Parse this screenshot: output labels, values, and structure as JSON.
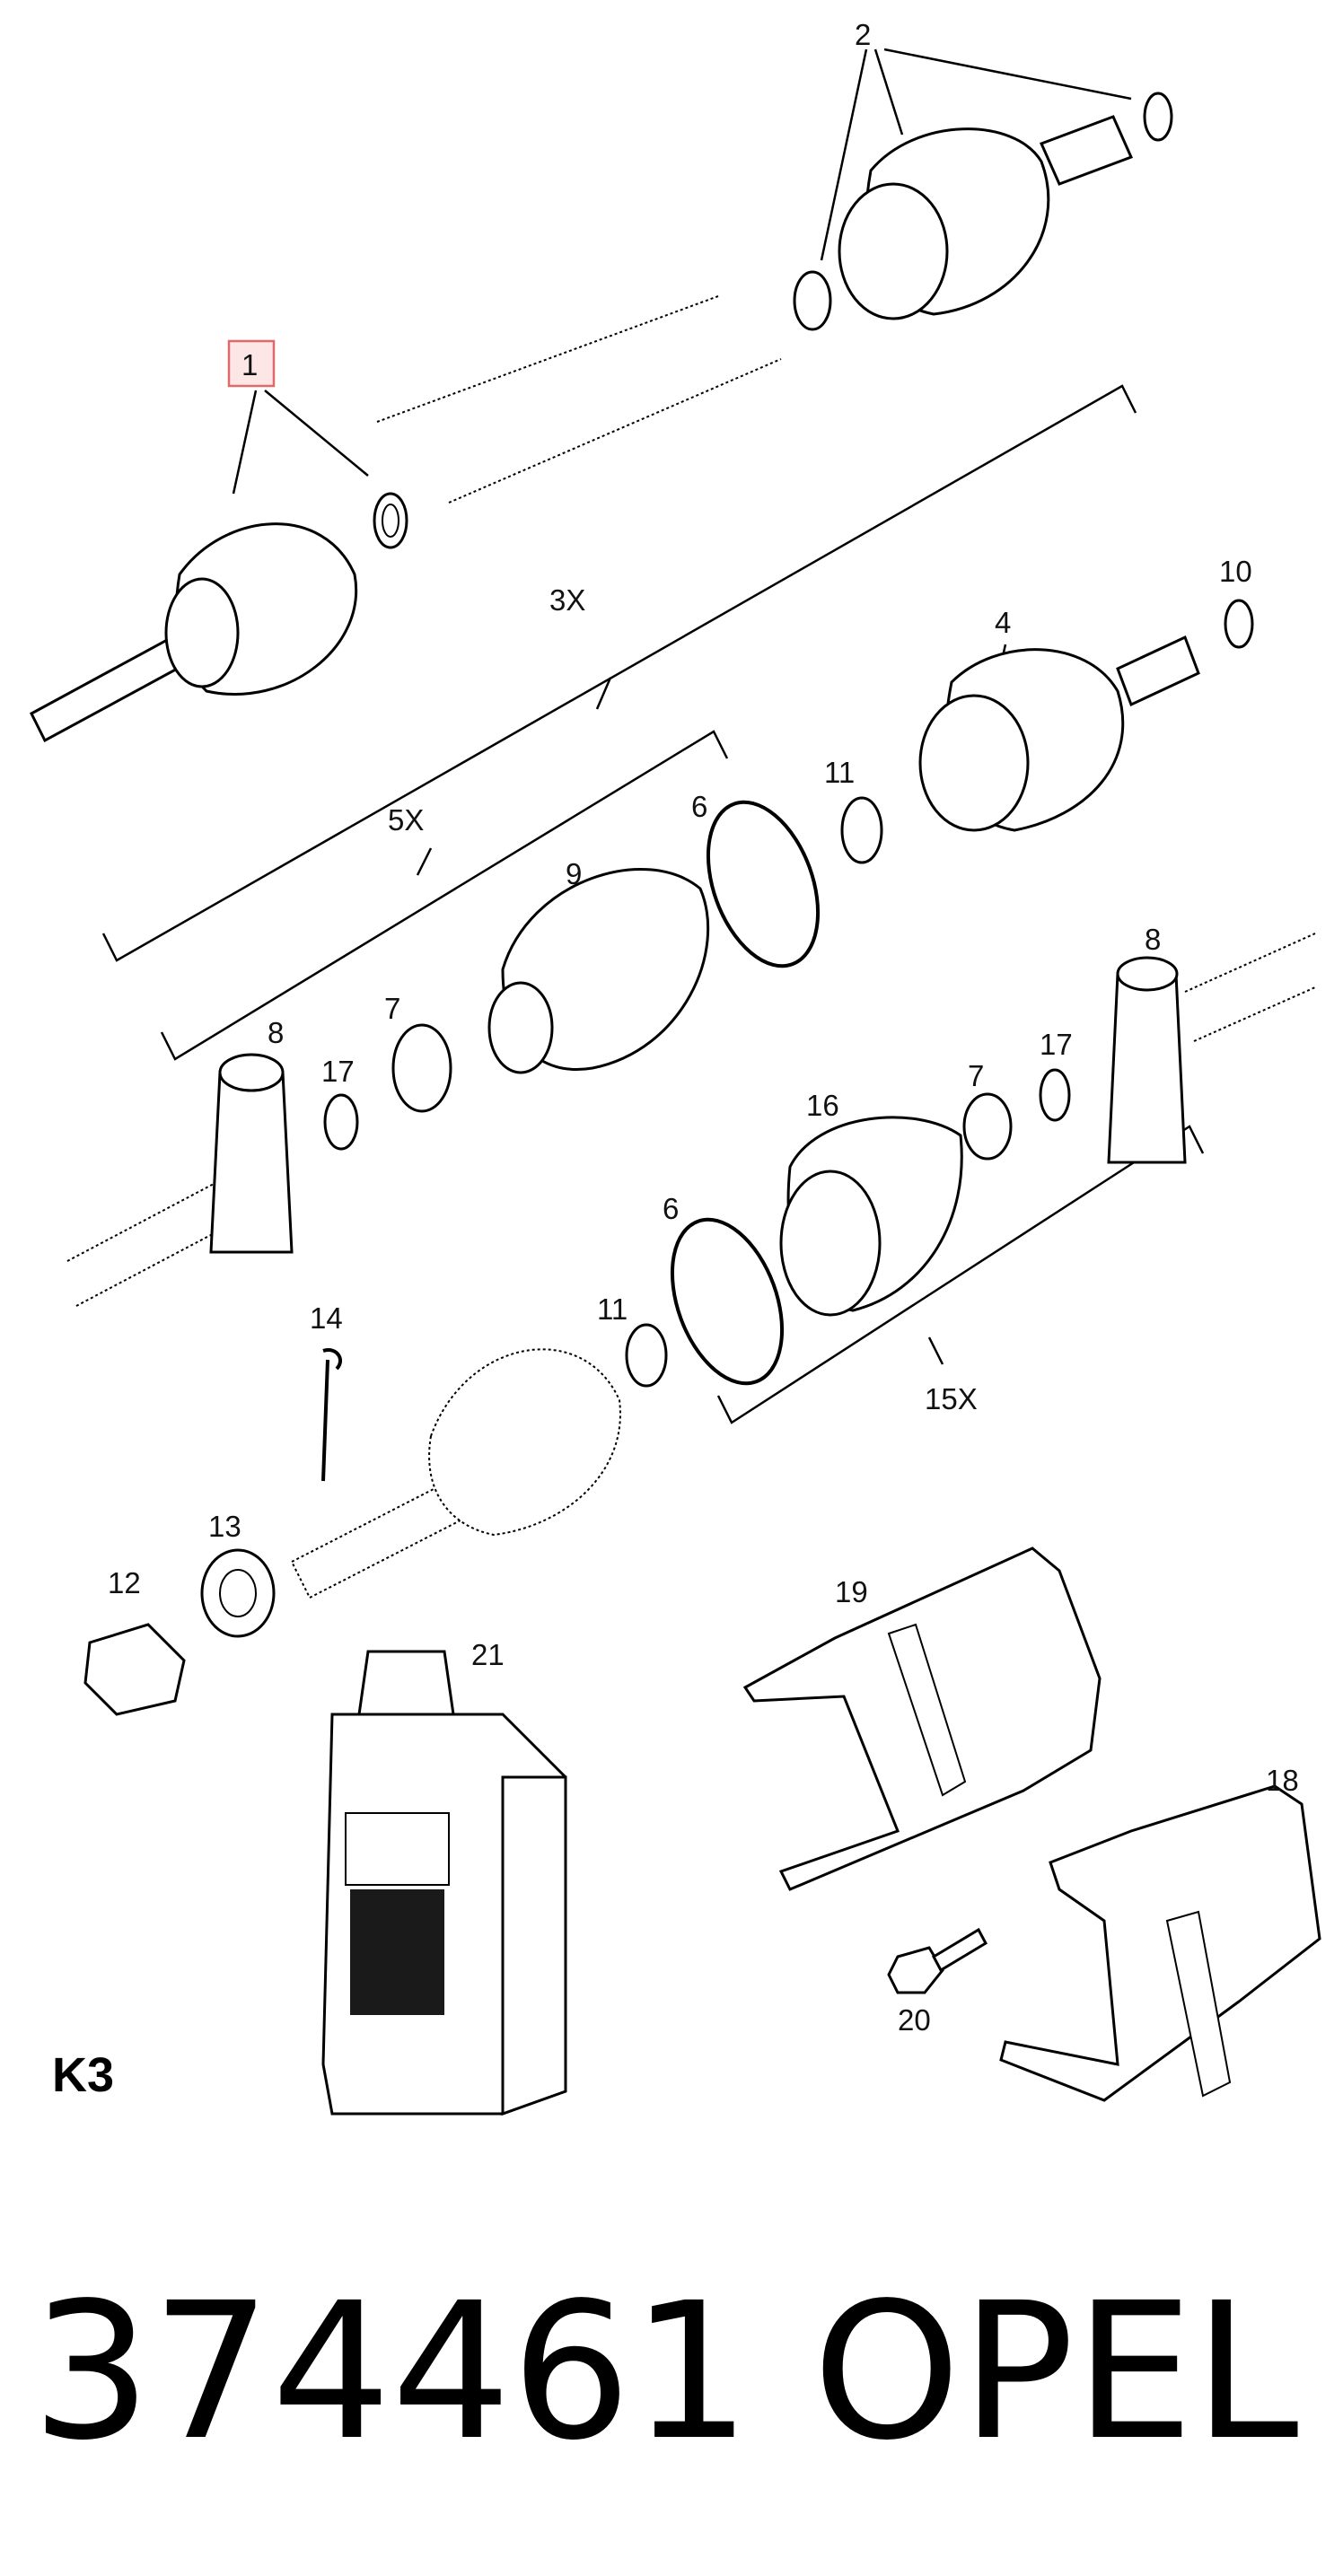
{
  "callouts": {
    "c1": "1",
    "c2": "2",
    "c3x": "3X",
    "c4": "4",
    "c5x": "5X",
    "c6a": "6",
    "c6b": "6",
    "c7a": "7",
    "c7b": "7",
    "c8a": "8",
    "c8b": "8",
    "c9": "9",
    "c10": "10",
    "c11a": "11",
    "c11b": "11",
    "c12": "12",
    "c13": "13",
    "c14": "14",
    "c15x": "15X",
    "c16": "16",
    "c17a": "17",
    "c17b": "17",
    "c18": "18",
    "c19": "19",
    "c20": "20",
    "c21": "21"
  },
  "highlight_color": "#e06a6a",
  "diagram_code": "K3",
  "footer": {
    "part_number": "374461",
    "brand": "OPEL"
  }
}
